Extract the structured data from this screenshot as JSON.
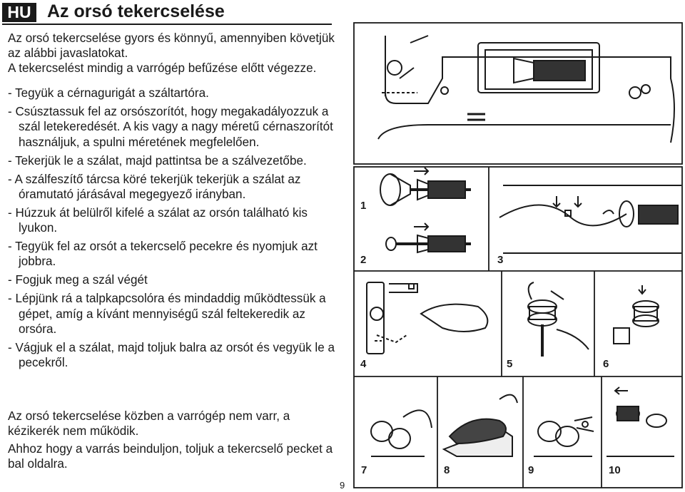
{
  "header": {
    "lang_badge": "HU",
    "title": "Az orsó tekercselése"
  },
  "intro": [
    "Az orsó tekercselése gyors és könnyű, amennyiben követjük az alábbi javaslatokat.",
    "A tekercselést mindig a varrógép befűzése előtt végezze."
  ],
  "steps": [
    "- Tegyük a cérnagurigát a száltartóra.",
    "- Csúsztassuk fel az orsószorítót, hogy megakadályozzuk a szál letekeredését. A kis vagy a nagy méretű cérnaszorítót használjuk, a spulni méretének megfelelően.",
    "- Tekerjük le a szálat, majd pattintsa be a szálvezetőbe.",
    "- A szálfeszítő tárcsa köré tekerjük tekerjük a szálat az óramutató járásával megegyező irányban.",
    "- Húzzuk át belülről kifelé a szálat az orsón található kis lyukon.",
    "- Tegyük fel az orsót a tekercselő pecekre és nyomjuk azt jobbra.",
    "- Fogjuk meg a szál végét",
    "- Lépjünk rá a talpkapcsolóra és mindaddig működtessük a gépet, amíg a kívánt mennyiségű szál feltekeredik az orsóra.",
    "- Vágjuk el a szálat, majd toljuk balra az orsót és vegyük le a pecekről."
  ],
  "notes": [
    "Az orsó tekercselése közben a varrógép nem varr, a kézikerék nem működik.",
    "Ahhoz hogy a varrás beinduljon, toljuk a tekercselő pecket a bal oldalra."
  ],
  "figures": {
    "labels": [
      "1",
      "2",
      "3",
      "4",
      "5",
      "6",
      "7",
      "8",
      "9",
      "10"
    ]
  },
  "page_number": "9"
}
